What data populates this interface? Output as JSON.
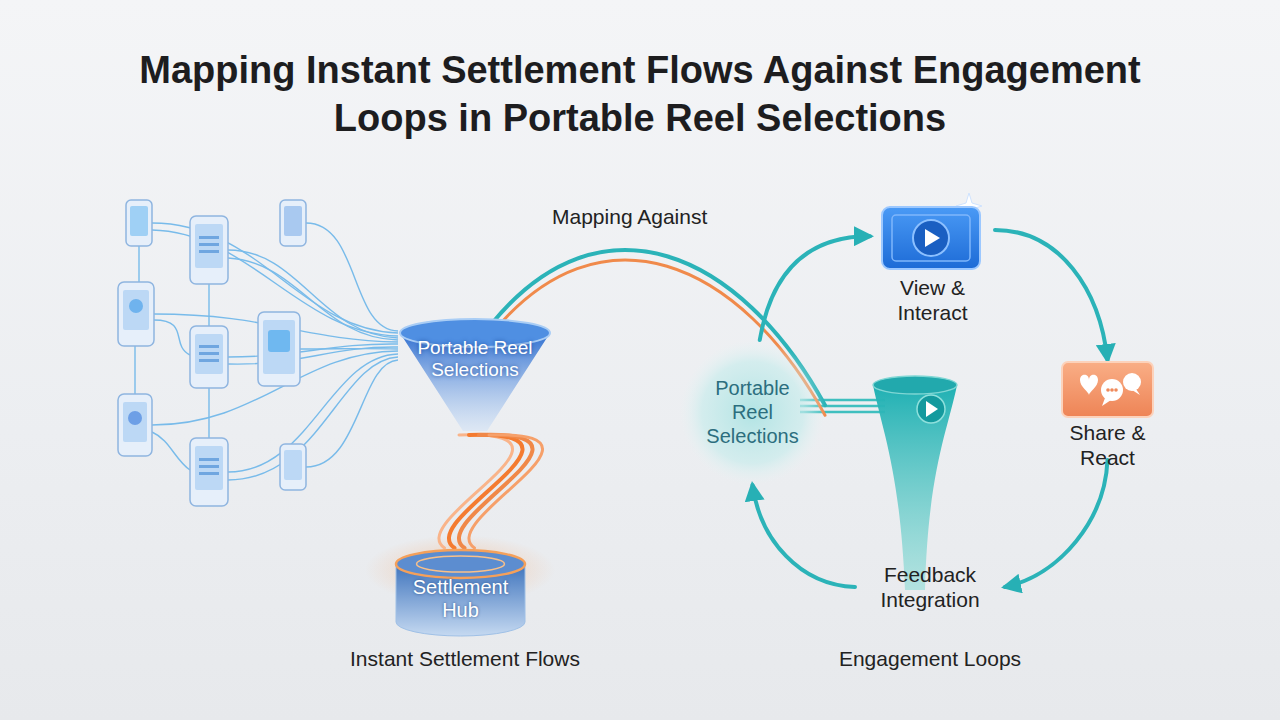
{
  "diagram": {
    "title": "Mapping Instant Settlement Flows Against Engagement Loops in Portable Reel Selections",
    "nodes": [
      {
        "text": [
          "Portable Reel Selections"
        ]
      },
      {
        "text": [
          "Settlement Hub"
        ]
      },
      {
        "text": [
          "Portable Reel Selections"
        ]
      },
      {
        "text": [
          "View & Interact"
        ]
      },
      {
        "text": [
          "Share & React"
        ]
      },
      {
        "text": [
          "Feedback Integration"
        ]
      }
    ],
    "edges": [
      {
        "from": 0,
        "to": 1,
        "arrow": "none"
      },
      {
        "from": 0,
        "to": 2,
        "label": "Mapping Against",
        "arrow": "none"
      },
      {
        "from": 2,
        "to": 3,
        "arrow": "to"
      },
      {
        "from": 3,
        "to": 4,
        "arrow": "to"
      },
      {
        "from": 4,
        "to": 5,
        "arrow": "to"
      },
      {
        "from": 5,
        "to": 2,
        "arrow": "to"
      }
    ],
    "labels": [
      "Instant Settlement Flows",
      "Engagement Loops"
    ]
  }
}
